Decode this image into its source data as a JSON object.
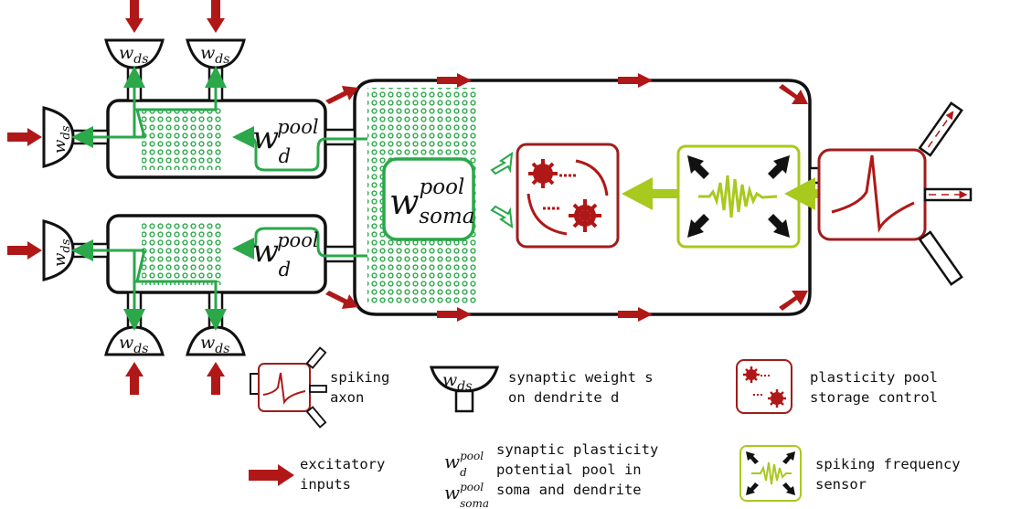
{
  "colors": {
    "axon_red": "#b01818",
    "pool_green": "#2aa84a",
    "sensor_green": "#a8c91e",
    "outline": "#111111"
  },
  "weights": {
    "ds_main": "w",
    "ds_sub": "ds",
    "pool_main": "w",
    "pool_sup": "pool",
    "d_sub": "d",
    "soma_sub": "soma"
  },
  "legend": {
    "spiking_axon": [
      "spiking",
      "axon"
    ],
    "synaptic_weight": [
      "synaptic weight s",
      "on dendrite d"
    ],
    "plasticity_pool": [
      "plasticity pool",
      "storage control"
    ],
    "excitatory": [
      "excitatory",
      "inputs"
    ],
    "potential_pool": [
      "synaptic plasticity",
      "potential pool in",
      "soma and dendrite"
    ],
    "frequency_sensor": [
      "spiking frequency",
      "sensor"
    ]
  },
  "icons": [
    "excitatory-arrow-icon",
    "gear-icon",
    "spike-waveform-icon",
    "oscillation-icon",
    "inward-arrows-icon"
  ]
}
